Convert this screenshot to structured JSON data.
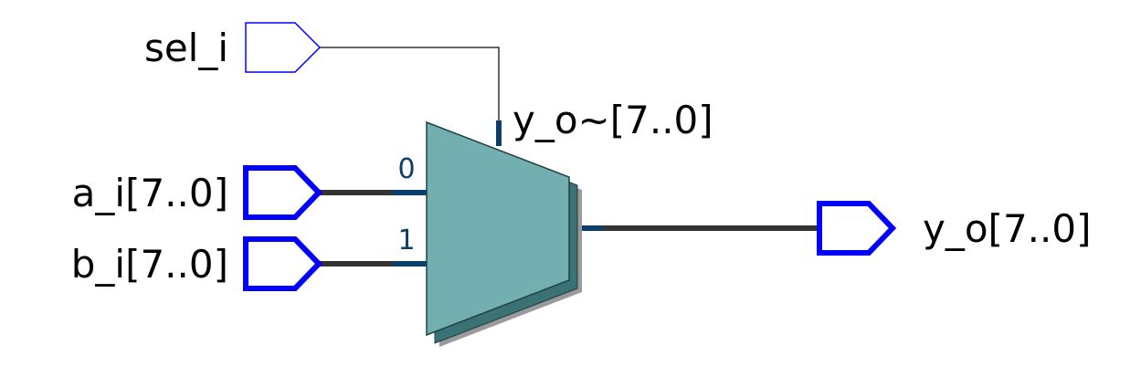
{
  "ports": {
    "sel": {
      "label": "sel_i"
    },
    "a": {
      "label": "a_i[7..0]"
    },
    "b": {
      "label": "b_i[7..0]"
    },
    "y": {
      "label": "y_o[7..0]"
    }
  },
  "mux": {
    "label": "y_o~[7..0]",
    "input0": "0",
    "input1": "1"
  },
  "colors": {
    "port_stroke": "#0000ff",
    "mux_fill": "#73aeb0",
    "mux_back": "#3b7275",
    "mux_shadow": "#9a9a9a",
    "bus_wire": "#333333",
    "pin_color": "#0b3f6b"
  }
}
